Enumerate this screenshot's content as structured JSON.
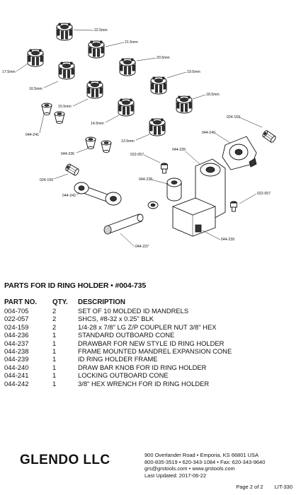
{
  "diagram": {
    "mandrel_labels": [
      "22.5mm",
      "21.5mm",
      "20.5mm",
      "19.5mm",
      "18.5mm",
      "17.5mm",
      "16.5mm",
      "15.5mm",
      "14.5mm",
      "13.5mm"
    ],
    "callouts": [
      "024-159",
      "044-240",
      "044-241",
      "044-236",
      "024-159",
      "044-242",
      "022-057",
      "044-239",
      "044-238",
      "022-057",
      "044-237",
      "044-239"
    ]
  },
  "parts": {
    "title": "PARTS FOR ID RING HOLDER • #004-735",
    "headers": [
      "PART NO.",
      "QTY.",
      "DESCRIPTION"
    ],
    "rows": [
      [
        "004-705",
        "2",
        "SET OF 10 MOLDED ID MANDRELS"
      ],
      [
        "022-057",
        "2",
        "SHCS, #8-32 x 0.25\" BLK"
      ],
      [
        "024-159",
        "2",
        "1/4-28 x 7/8\" LG Z/P COUPLER NUT 3/8\" HEX"
      ],
      [
        "044-236",
        "1",
        "STANDARD OUTBOARD CONE"
      ],
      [
        "044-237",
        "1",
        "DRAWBAR FOR NEW STYLE ID RING HOLDER"
      ],
      [
        "044-238",
        "1",
        "FRAME MOUNTED MANDREL EXPANSION CONE"
      ],
      [
        "044-239",
        "1",
        "ID RING HOLDER FRAME"
      ],
      [
        "044-240",
        "1",
        "DRAW BAR KNOB FOR ID RING HOLDER"
      ],
      [
        "044-241",
        "1",
        "LOCKING OUTBOARD CONE"
      ],
      [
        "044-242",
        "1",
        "3/8\" HEX WRENCH FOR ID RING HOLDER"
      ]
    ]
  },
  "footer": {
    "company": "GLENDO LLC",
    "address": "900 Overlander Road • Emporia, KS 66801 USA",
    "phones": "800-835-3519 • 620-343-1084 • Fax: 620-343-9640",
    "web": "grs@grstools.com • www.grstools.com",
    "updated": "Last Updated: 2017-06-22",
    "page": "Page 2 of 2",
    "doc_id": "LIT-330"
  }
}
